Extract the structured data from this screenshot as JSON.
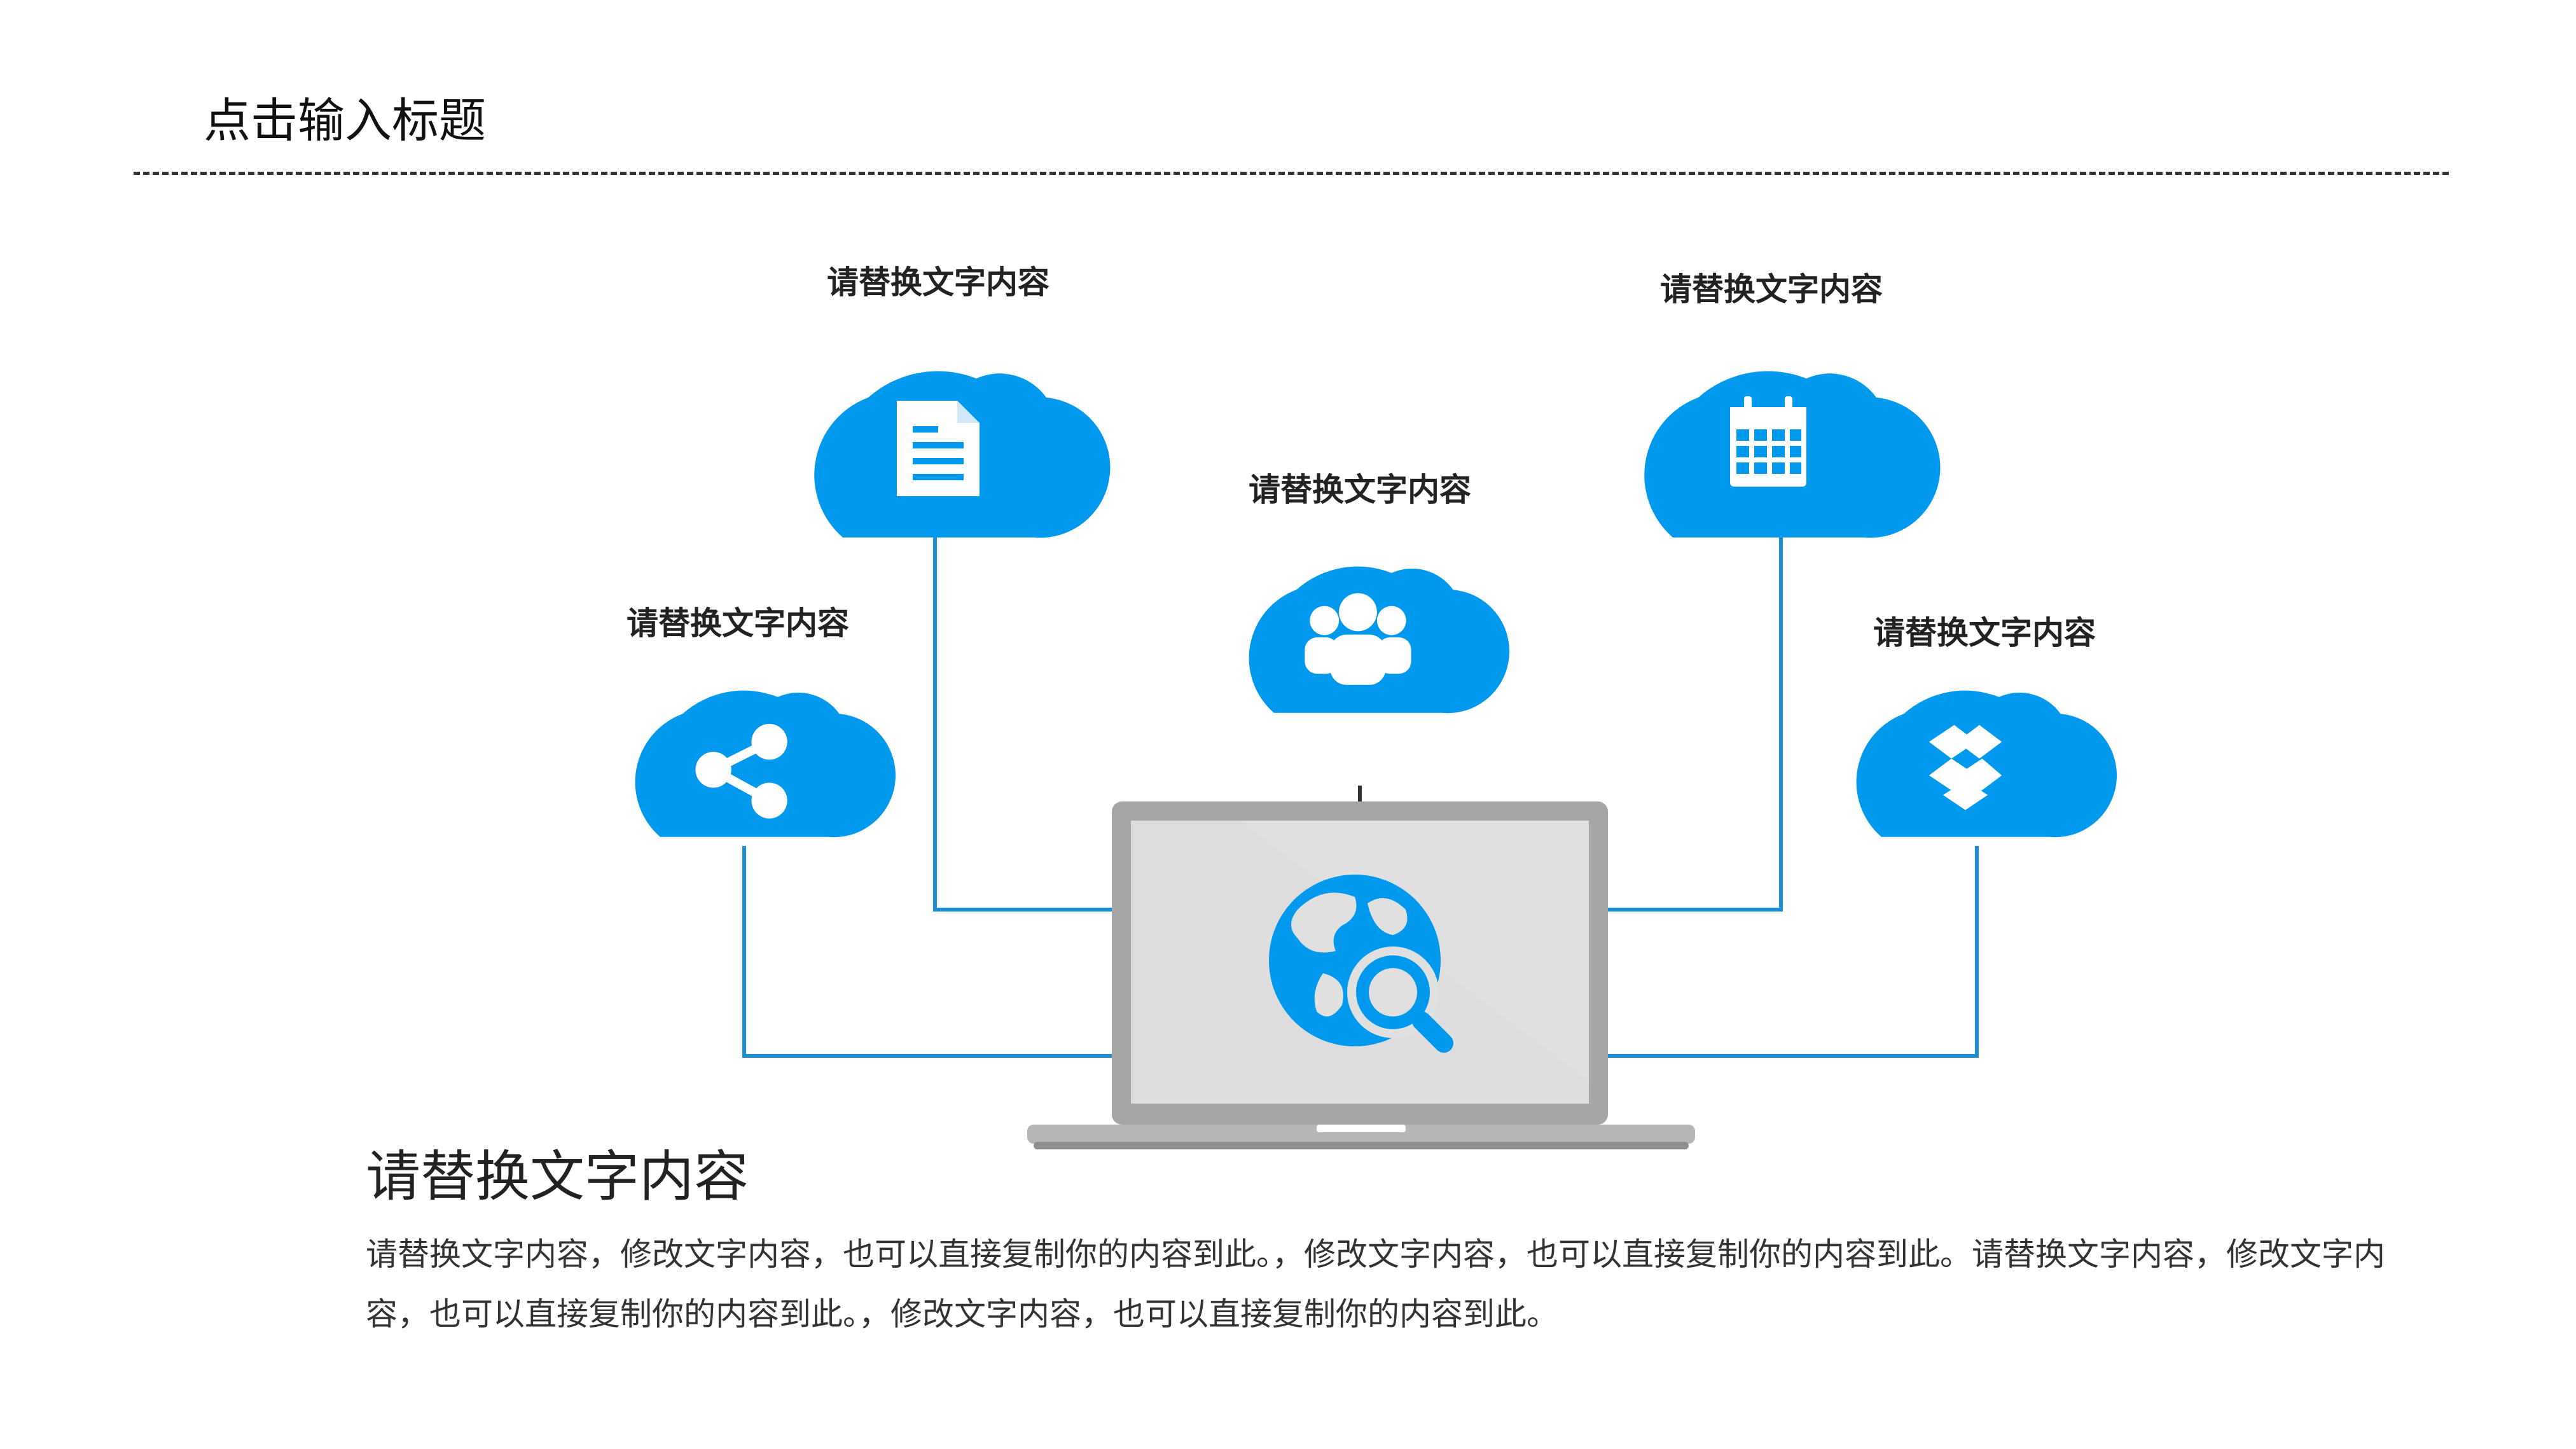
{
  "header": {
    "title": "点击输入标题"
  },
  "diagram": {
    "accent_color": "#0099ee",
    "clouds": [
      {
        "label": "请替换文字内容",
        "icon": "document-icon"
      },
      {
        "label": "请替换文字内容",
        "icon": "share-icon"
      },
      {
        "label": "请替换文字内容",
        "icon": "users-icon"
      },
      {
        "label": "请替换文字内容",
        "icon": "calendar-icon"
      },
      {
        "label": "请替换文字内容",
        "icon": "dropbox-icon"
      }
    ],
    "center_icon": "globe-search-icon"
  },
  "body": {
    "heading": "请替换文字内容",
    "paragraph": "请替换文字内容，修改文字内容，也可以直接复制你的内容到此。，修改文字内容，也可以直接复制你的内容到此。请替换文字内容，修改文字内容，也可以直接复制你的内容到此。，修改文字内容，也可以直接复制你的内容到此。"
  }
}
